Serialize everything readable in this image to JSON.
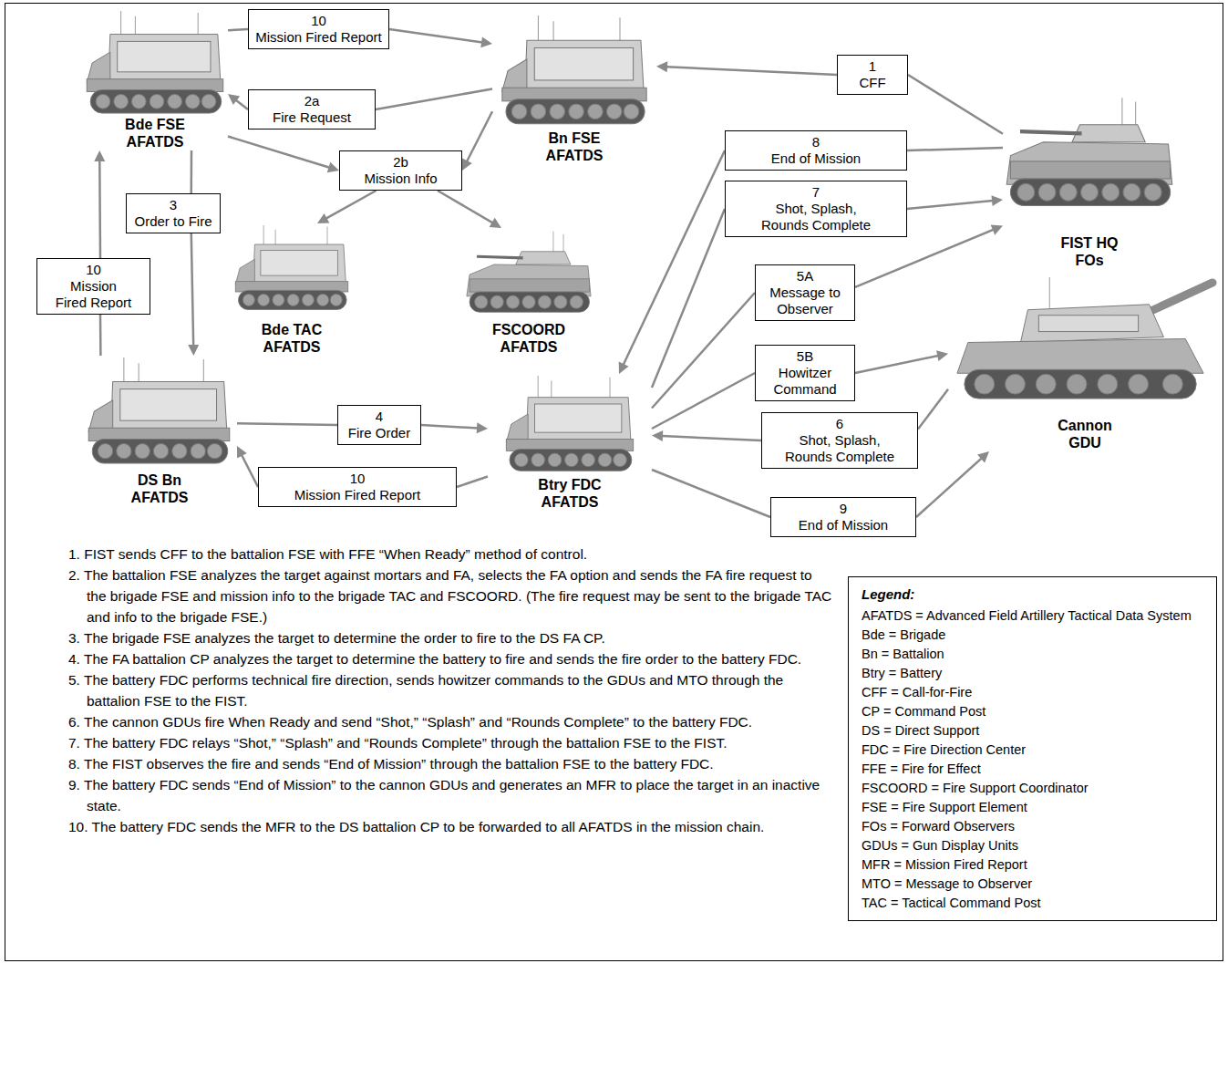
{
  "diagram": {
    "nodes": [
      {
        "text": [
          "Bde FSE AFATDS"
        ]
      },
      {
        "text": [
          "10",
          "Mission Fired Report"
        ]
      },
      {
        "text": [
          "2a",
          "Fire Request"
        ]
      },
      {
        "text": [
          "Bn FSE AFATDS"
        ]
      },
      {
        "text": [
          "1",
          "CFF"
        ]
      },
      {
        "text": [
          "2b",
          "Mission Info"
        ]
      },
      {
        "text": [
          "3",
          "Order to Fire"
        ]
      },
      {
        "text": [
          "8",
          "End of Mission"
        ]
      },
      {
        "text": [
          "7",
          "Shot, Splash, Rounds Complete"
        ]
      },
      {
        "text": [
          "FIST HQ FOs"
        ]
      },
      {
        "text": [
          "10",
          "Mission Fired Report"
        ]
      },
      {
        "text": [
          "Bde TAC AFATDS"
        ]
      },
      {
        "text": [
          "FSCOORD AFATDS"
        ]
      },
      {
        "text": [
          "5A",
          "Message to Observer"
        ]
      },
      {
        "text": [
          "Cannon GDU"
        ]
      },
      {
        "text": [
          "5B",
          "Howitzer Command"
        ]
      },
      {
        "text": [
          "DS Bn AFATDS"
        ]
      },
      {
        "text": [
          "4",
          "Fire Order"
        ]
      },
      {
        "text": [
          "Btry FDC AFATDS"
        ]
      },
      {
        "text": [
          "6",
          "Shot, Splash, Rounds Complete"
        ]
      },
      {
        "text": [
          "10",
          "Mission Fired Report"
        ]
      },
      {
        "text": [
          "9",
          "End of Mission"
        ]
      }
    ],
    "edges": [
      {
        "from": 0,
        "to": 1,
        "arrow": "none"
      },
      {
        "from": 1,
        "to": 3,
        "arrow": "to"
      },
      {
        "from": 3,
        "to": 2,
        "arrow": "none"
      },
      {
        "from": 2,
        "to": 0,
        "arrow": "to"
      },
      {
        "from": 9,
        "to": 4,
        "arrow": "none"
      },
      {
        "from": 4,
        "to": 3,
        "arrow": "to"
      },
      {
        "from": 0,
        "to": 5,
        "arrow": "to"
      },
      {
        "from": 3,
        "to": 5,
        "arrow": "to"
      },
      {
        "from": 5,
        "to": 11,
        "arrow": "to"
      },
      {
        "from": 5,
        "to": 12,
        "arrow": "to"
      },
      {
        "from": 0,
        "to": 6,
        "arrow": "none"
      },
      {
        "from": 6,
        "to": 16,
        "arrow": "to"
      },
      {
        "from": 9,
        "to": 7,
        "arrow": "none"
      },
      {
        "from": 7,
        "to": 18,
        "arrow": "to"
      },
      {
        "from": 18,
        "to": 8,
        "arrow": "none"
      },
      {
        "from": 8,
        "to": 9,
        "arrow": "to"
      },
      {
        "from": 18,
        "to": 13,
        "arrow": "none"
      },
      {
        "from": 13,
        "to": 9,
        "arrow": "to"
      },
      {
        "from": 18,
        "to": 15,
        "arrow": "none"
      },
      {
        "from": 15,
        "to": 14,
        "arrow": "to"
      },
      {
        "from": 14,
        "to": 19,
        "arrow": "none"
      },
      {
        "from": 19,
        "to": 18,
        "arrow": "to"
      },
      {
        "from": 18,
        "to": 21,
        "arrow": "none"
      },
      {
        "from": 21,
        "to": 14,
        "arrow": "to"
      },
      {
        "from": 16,
        "to": 17,
        "arrow": "none"
      },
      {
        "from": 17,
        "to": 18,
        "arrow": "to"
      },
      {
        "from": 18,
        "to": 20,
        "arrow": "none"
      },
      {
        "from": 20,
        "to": 16,
        "arrow": "to"
      },
      {
        "from": 16,
        "to": 10,
        "arrow": "none"
      },
      {
        "from": 10,
        "to": 0,
        "arrow": "to"
      }
    ],
    "labels": [
      "1. FIST sends CFF to the battalion FSE with FFE “When Ready” method of control.",
      "2. The battalion FSE analyzes the target against mortars and FA, selects the FA option and sends the FA fire request to the brigade FSE and mission info to the brigade TAC and FSCOORD. (The fire request may be sent to the brigade TAC and info to the brigade FSE.)",
      "3. The brigade FSE analyzes the target to determine the order to fire to the DS FA CP.",
      "4. The FA battalion CP analyzes the target to determine the battery to fire and sends the fire order to the battery FDC.",
      "5. The battery FDC performs technical fire direction, sends howitzer commands to the GDUs and MTO through the battalion FSE to the FIST.",
      "6. The cannon GDUs fire When Ready and send “Shot,” “Splash” and “Rounds Complete” to the battery FDC.",
      "7. The battery FDC relays “Shot,” “Splash” and “Rounds Complete” through the battalion FSE to the FIST.",
      "8. The FIST observes the fire and sends “End of Mission” through the battalion FSE to the battery FDC.",
      "9. The battery FDC sends “End of Mission” to the cannon GDUs and generates an MFR to place the target in an inactive state.",
      "10. The battery FDC sends the MFR to the DS battalion CP to be forwarded to all AFATDS in the mission chain.",
      "Legend:"
    ],
    "legend": [
      {
        "text": "AFATDS = Advanced Field Artillery Tactical Data System"
      },
      {
        "text": "Bde = Brigade"
      },
      {
        "text": "Bn = Battalion"
      },
      {
        "text": "Btry = Battery"
      },
      {
        "text": "CFF = Call-for-Fire"
      },
      {
        "text": "CP = Command Post"
      },
      {
        "text": "DS = Direct Support"
      },
      {
        "text": "FDC = Fire Direction Center"
      },
      {
        "text": "FFE = Fire for Effect"
      },
      {
        "text": "FSCOORD = Fire Support Coordinator"
      },
      {
        "text": "FSE = Fire Support Element"
      },
      {
        "text": "FOs = Forward Observers"
      },
      {
        "text": "GDUs = Gun Display Units"
      },
      {
        "text": "MFR = Mission Fired Report"
      },
      {
        "text": "MTO = Message to Observer"
      },
      {
        "text": "TAC = Tactical Command Post"
      }
    ]
  }
}
